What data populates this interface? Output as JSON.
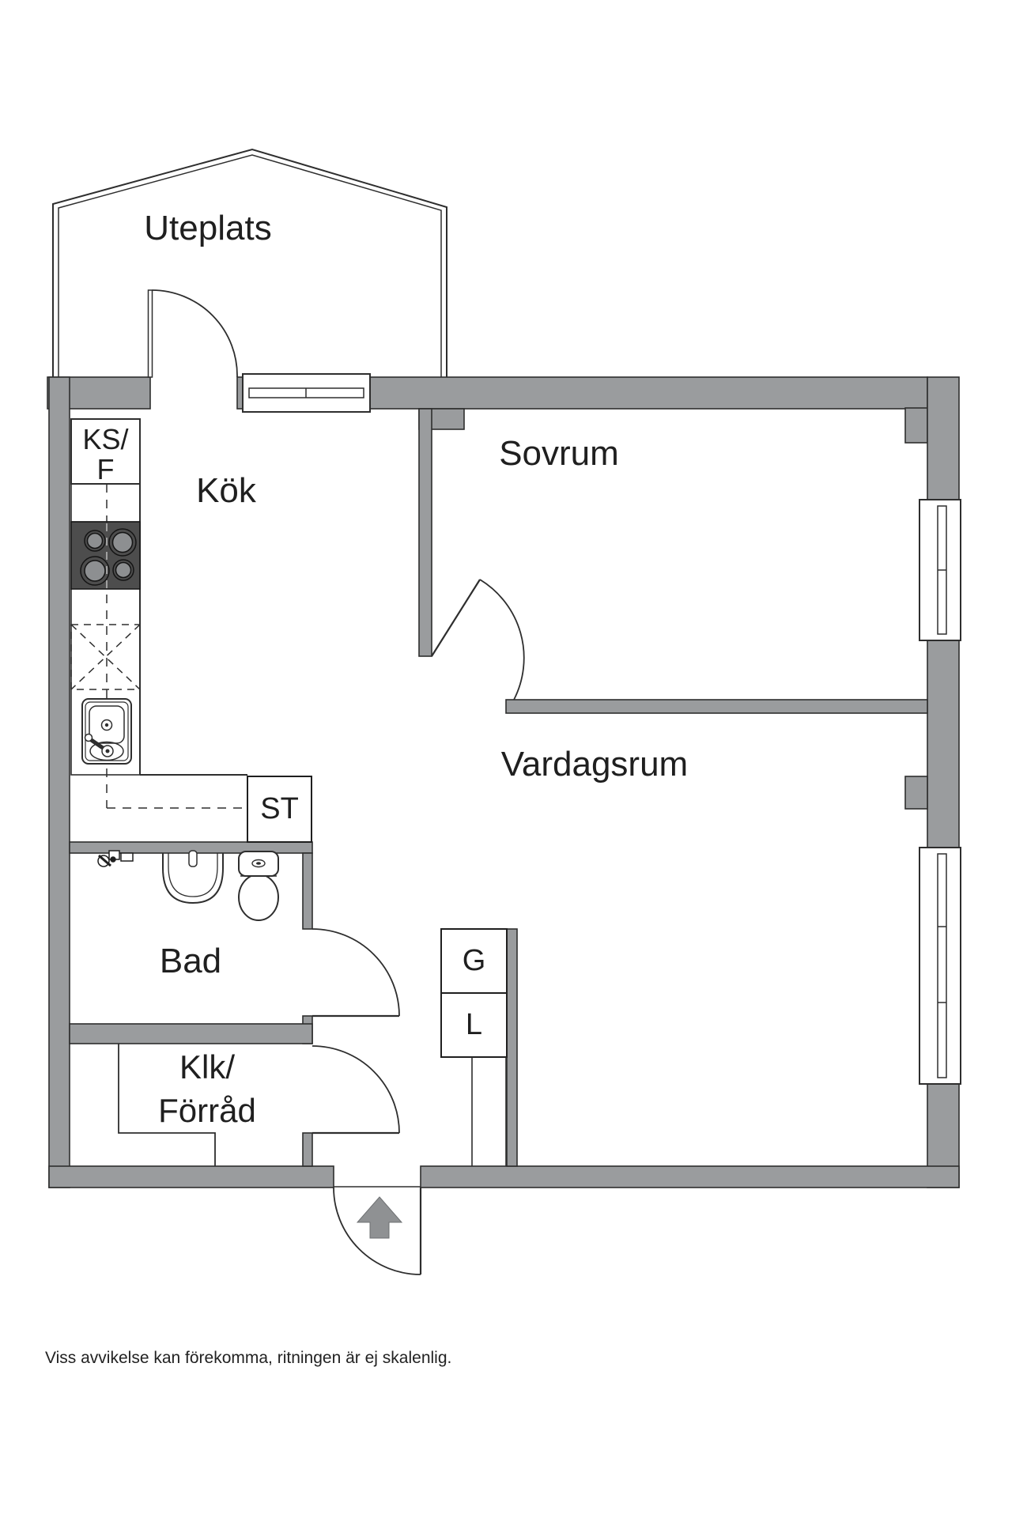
{
  "floorplan": {
    "rooms": {
      "uteplats": "Uteplats",
      "kok": "Kök",
      "sovrum": "Sovrum",
      "bad": "Bad",
      "vardagsrum": "Vardagsrum",
      "klk_line1": "Klk/",
      "klk_line2": "Förråd"
    },
    "closets": {
      "st": "ST",
      "g": "G",
      "l": "L"
    },
    "kitchen": {
      "ksf_line1": "KS/",
      "ksf_line2": "F"
    },
    "icons": {
      "stove": "stove-icon",
      "kitchen_sink": "kitchen-sink-icon",
      "bathroom_sink": "bathroom-sink-icon",
      "toilet": "toilet-icon",
      "washer_tap": "washer-tap-icon",
      "entry_arrow": "entry-arrow-icon"
    },
    "colors": {
      "wall": "#9a9c9e",
      "stove": "#4d4d4d",
      "burner": "#8d8f91",
      "arrow": "#8f9193",
      "line": "#2e2e2e",
      "background": "#ffffff"
    },
    "disclaimer": "Viss avvikelse kan förekomma, ritningen är ej skalenlig."
  }
}
